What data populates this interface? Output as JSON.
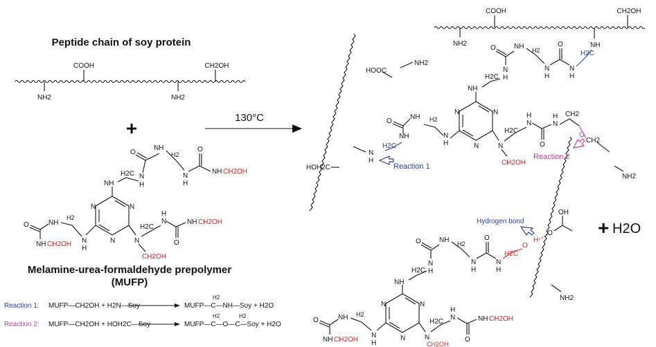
{
  "title_peptide": "Peptide chain of soy protein",
  "title_mufp_line1": "Melamine-urea-formaldehyde prepolymer",
  "title_mufp_line2": "(MUFP)",
  "plus": "+",
  "temperature": "130°C",
  "water": "H2O",
  "groups": {
    "cooh": "COOH",
    "hooc": "HOOC",
    "ch2oh": "CH2OH",
    "hoh2c": "HOH2C",
    "nh2": "NH2",
    "nh": "NH",
    "n": "N",
    "h": "H",
    "o": "O",
    "oh": "OH",
    "h2c": "H2C",
    "ch2": "CH2",
    "h2": "H2",
    "c": "C"
  },
  "labels": {
    "reaction1": "Reaction 1",
    "reaction2": "Reaction 2",
    "hydrogen_bond": "Hydrogen bond"
  },
  "equations": {
    "r1_label": "Reaction 1:",
    "r1_left": "MUFP—CH2OH + H2N—Soy",
    "r1_right": "MUFP—C—NH—Soy + H2O",
    "r2_label": "Reaction 2:",
    "r2_left": "MUFP—CH2OH + HOH2C—Soy",
    "r2_right": "MUFP—C—O—C—Soy + H2O"
  },
  "colors": {
    "reaction1": "#2a3fa0",
    "reaction2": "#c0409a",
    "highlight": "#e02020"
  }
}
